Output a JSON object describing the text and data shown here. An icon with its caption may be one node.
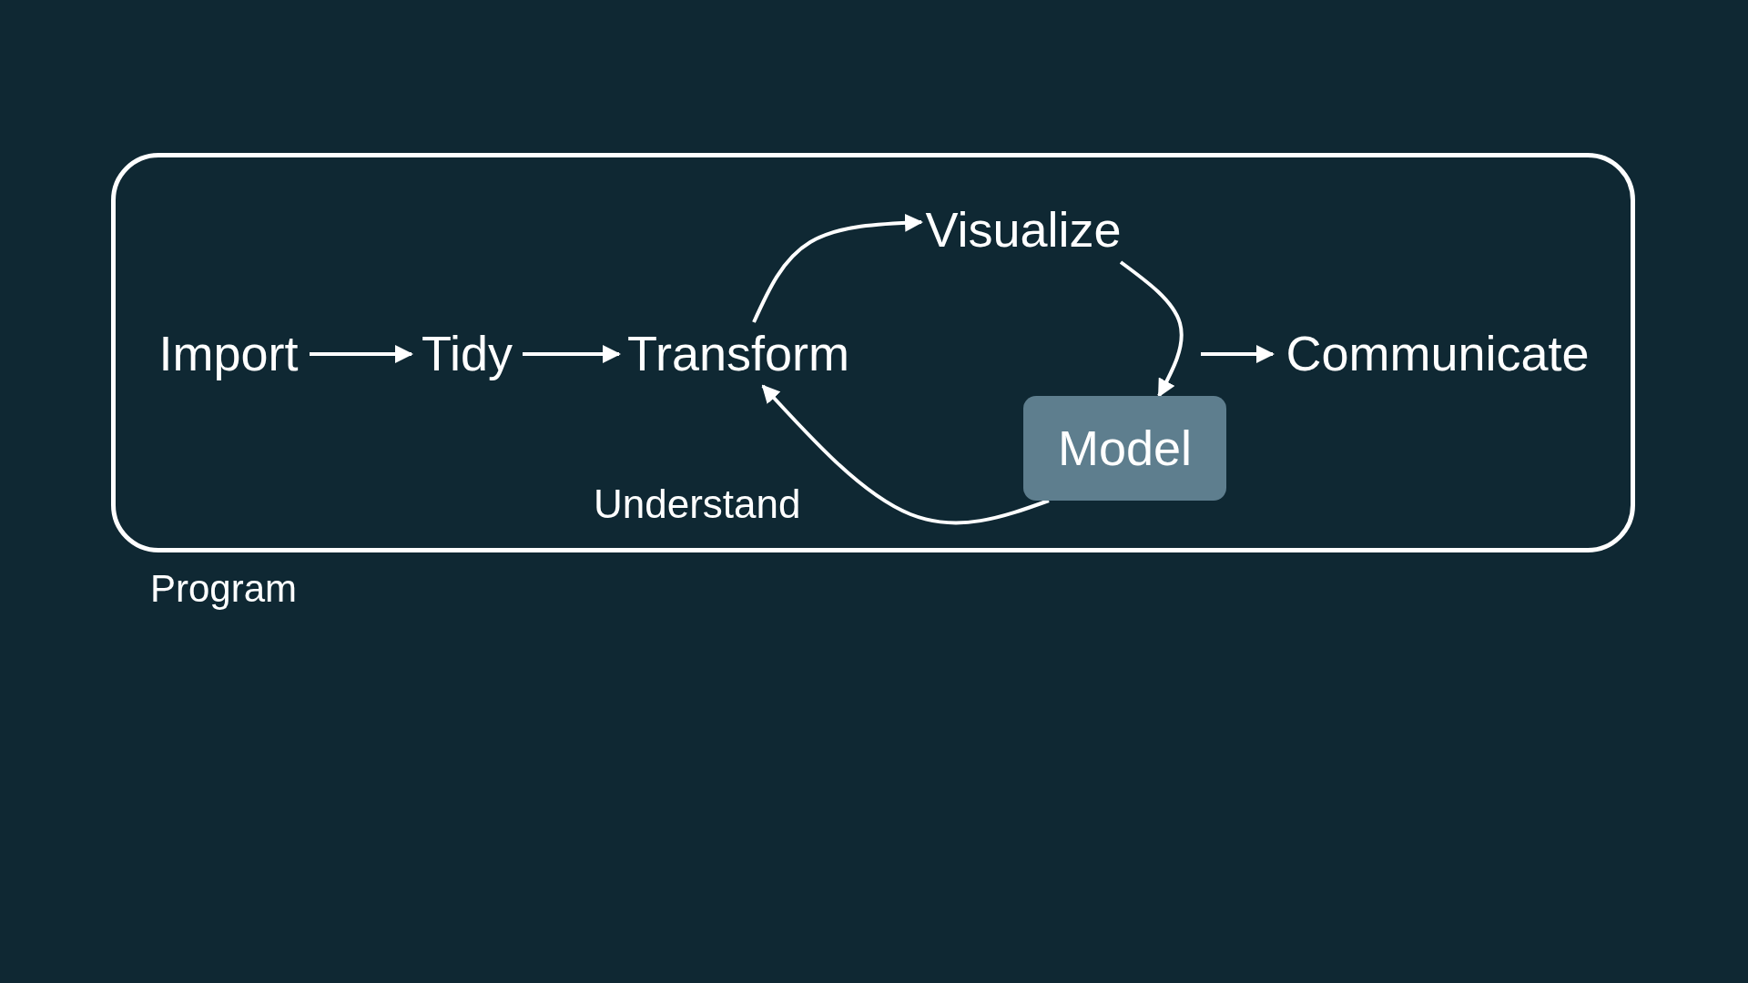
{
  "diagram": {
    "nodes": [
      {
        "text": [
          "Program"
        ]
      },
      {
        "text": [
          "Import"
        ],
        "in": 0
      },
      {
        "text": [
          "Tidy"
        ],
        "in": 0
      },
      {
        "text": [
          "Transform"
        ],
        "in": 0
      },
      {
        "text": [
          "Visualize"
        ],
        "in": 0
      },
      {
        "text": [
          "Model"
        ],
        "in": 0
      },
      {
        "text": [
          "Communicate"
        ],
        "in": 0
      }
    ],
    "edges": [
      {
        "from": 1,
        "to": 2,
        "arrow": "to"
      },
      {
        "from": 2,
        "to": 3,
        "arrow": "to"
      },
      {
        "from": 3,
        "to": 4,
        "arrow": "to"
      },
      {
        "from": 4,
        "to": 5,
        "arrow": "to"
      },
      {
        "from": 5,
        "to": 3,
        "arrow": "to"
      },
      {
        "from": null,
        "to": 6,
        "arrow": "to"
      }
    ],
    "labels": [
      "Understand"
    ]
  }
}
